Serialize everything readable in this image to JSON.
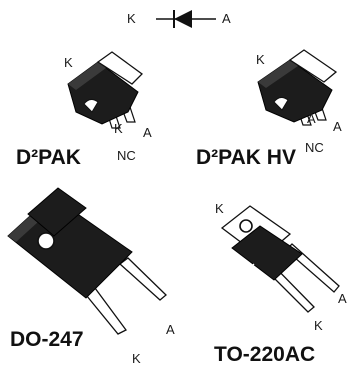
{
  "symbol": {
    "cathode": "K",
    "anode": "A"
  },
  "packages": [
    {
      "name": "D²PAK",
      "pins": {
        "k_tab": "K",
        "k": "K",
        "a": "A",
        "nc": "NC"
      }
    },
    {
      "name": "D²PAK HV",
      "pins": {
        "k_tab": "K",
        "a1": "A",
        "a2": "A",
        "nc": "NC"
      }
    },
    {
      "name": "DO-247",
      "pins": {
        "a": "A",
        "k": "K"
      }
    },
    {
      "name": "TO-220AC",
      "pins": {
        "k_tab": "K",
        "a": "A",
        "k": "K"
      }
    }
  ],
  "colors": {
    "ink": "#111111",
    "body": "#1c1c1c",
    "metal": "#ffffff"
  }
}
